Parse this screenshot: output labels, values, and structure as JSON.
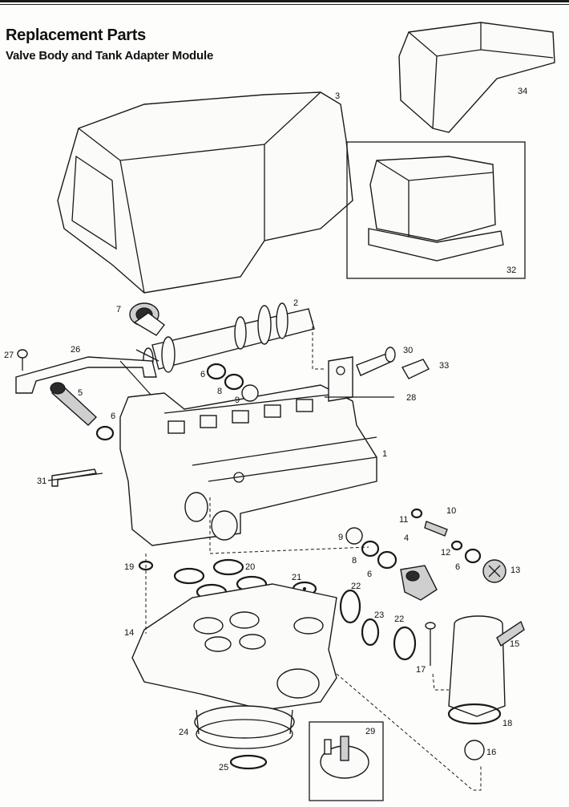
{
  "header": {
    "title": "Replacement Parts",
    "subtitle": "Valve Body and Tank Adapter Module"
  },
  "callouts": {
    "c1": "1",
    "c2": "2",
    "c3": "3",
    "c4": "4",
    "c5": "5",
    "c6a": "6",
    "c6b": "6",
    "c6c": "6",
    "c6d": "6",
    "c7": "7",
    "c8a": "8",
    "c8b": "8",
    "c9a": "9",
    "c9b": "9",
    "c10": "10",
    "c11": "11",
    "c12": "12",
    "c13": "13",
    "c14": "14",
    "c15": "15",
    "c16": "16",
    "c17": "17",
    "c18": "18",
    "c19": "19",
    "c20": "20",
    "c21": "21",
    "c22a": "22",
    "c22b": "22",
    "c23": "23",
    "c24": "24",
    "c25": "25",
    "c26": "26",
    "c27": "27",
    "c28": "28",
    "c29": "29",
    "c30": "30",
    "c31": "31",
    "c32": "32",
    "c33": "33",
    "c34": "34"
  }
}
